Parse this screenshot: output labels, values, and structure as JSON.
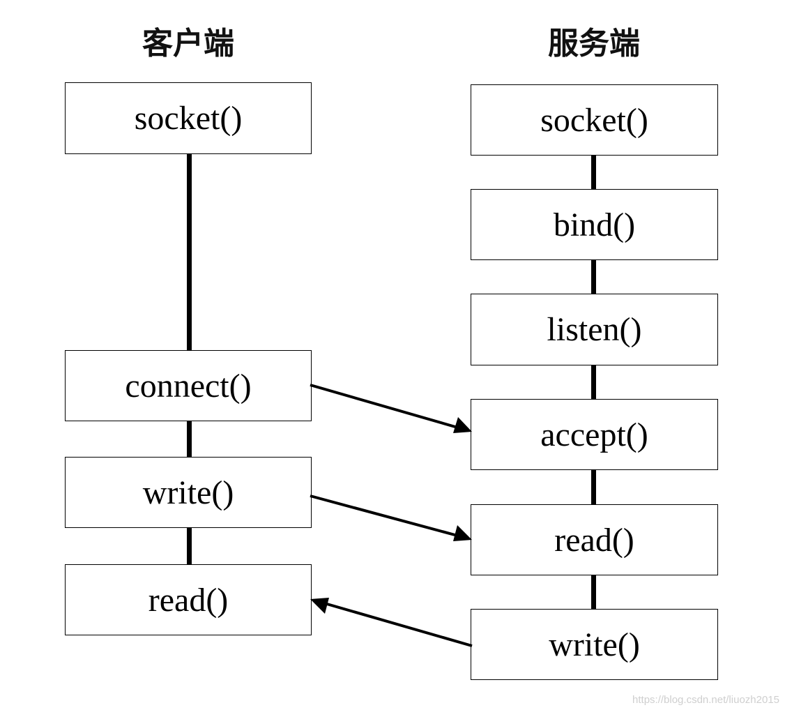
{
  "client": {
    "title": "客户端",
    "steps": [
      "socket()",
      "connect()",
      "write()",
      "read()"
    ]
  },
  "server": {
    "title": "服务端",
    "steps": [
      "socket()",
      "bind()",
      "listen()",
      "accept()",
      "read()",
      "write()"
    ]
  },
  "messages": [
    {
      "from": "client.connect()",
      "to": "server.accept()"
    },
    {
      "from": "client.write()",
      "to": "server.read()"
    },
    {
      "from": "server.write()",
      "to": "client.read()"
    }
  ],
  "watermark": "https://blog.csdn.net/liuozh2015"
}
